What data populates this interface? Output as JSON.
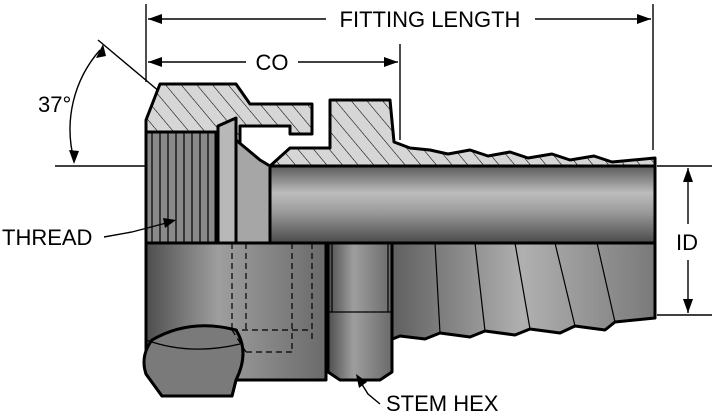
{
  "labels": {
    "fitting_length": "FITTING LENGTH",
    "co": "CO",
    "angle": "37°",
    "thread": "THREAD",
    "id": "ID",
    "stem_hex": "STEM HEX"
  },
  "colors": {
    "background": "#ffffff",
    "ink": "#000000",
    "section_fill": "#d6d6d6",
    "body_dark": "#6e6e6e",
    "body_mid": "#9a9a9a",
    "body_light": "#c4c4c4",
    "bore_fill": "#8c8c8c"
  }
}
